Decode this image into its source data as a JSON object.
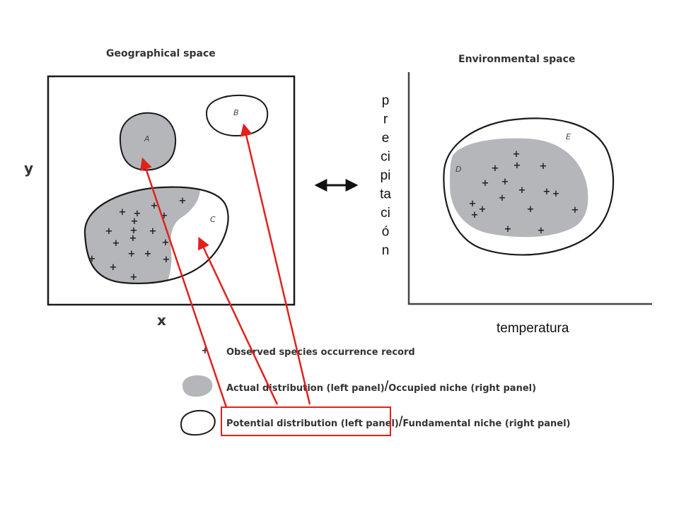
{
  "panels": {
    "geographical": {
      "title": "Geographical space",
      "x_label": "x",
      "y_label": "y"
    },
    "environmental": {
      "title": "Environmental space",
      "x_label": "temperatura",
      "y_label_chars": [
        "p",
        "r",
        "e",
        "ci",
        "pi",
        "ta",
        "ci",
        "ó",
        "n"
      ]
    }
  },
  "regions": {
    "A": "A",
    "B": "B",
    "C": "C",
    "D": "D",
    "E": "E"
  },
  "legend": {
    "occurrence": "Observed species occurrence record",
    "actual": "Actual distribution (left panel)",
    "actual_sep": "/",
    "occupied": "Occupied niche (right panel)",
    "potential": "Potential distribution (left panel)",
    "potential_sep": "/",
    "fundamental": "Fundamental niche (right panel)"
  },
  "occurrence_symbol": "+",
  "colors": {
    "occupied_fill": "#b4b6ba",
    "highlight": "#e0211c",
    "outline": "#1a1a1a"
  }
}
